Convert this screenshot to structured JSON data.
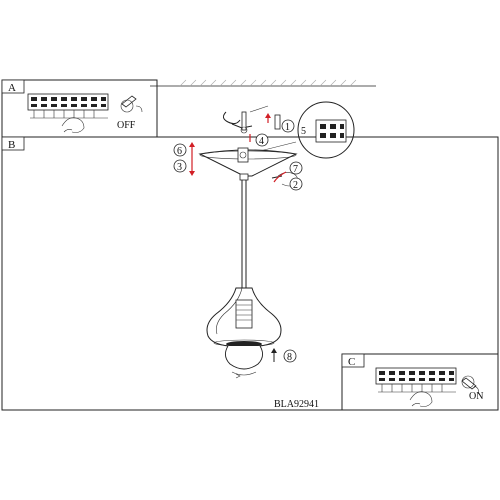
{
  "panels": {
    "a": {
      "letter": "A",
      "switch_label": "OFF"
    },
    "b": {
      "letter": "B"
    },
    "c": {
      "letter": "C",
      "switch_label": "ON"
    }
  },
  "steps": {
    "s1": "1",
    "s2": "2",
    "s3": "3",
    "s4": "4",
    "s5": "5",
    "s6": "6",
    "s7": "7",
    "s8": "8"
  },
  "model_code": "BLA92941",
  "colors": {
    "arrow": "#d21f26",
    "line": "#222222"
  }
}
